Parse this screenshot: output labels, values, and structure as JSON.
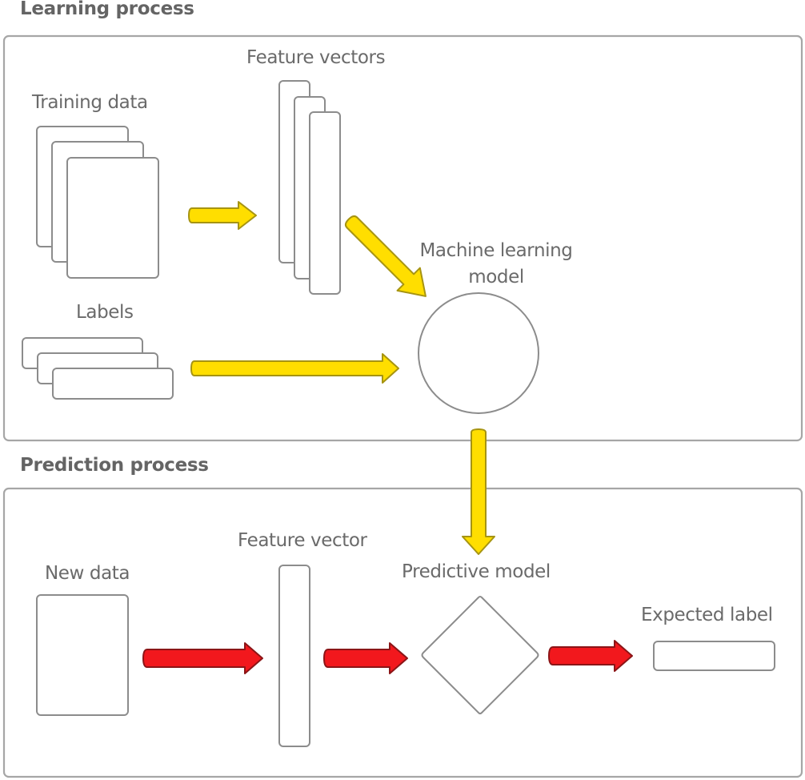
{
  "learning": {
    "title": "Learning process",
    "training_data_label": "Training data",
    "feature_vectors_label": "Feature vectors",
    "labels_label": "Labels",
    "model_label_line1": "Machine learning",
    "model_label_line2": "model"
  },
  "prediction": {
    "title": "Prediction process",
    "new_data_label": "New data",
    "feature_vector_label": "Feature vector",
    "predictive_model_label": "Predictive model",
    "expected_label_label": "Expected label"
  },
  "colors": {
    "learning_arrow": "#ffde00",
    "prediction_arrow": "#f2181d",
    "outline": "#8c8c8c",
    "text": "#6a6a6a"
  },
  "flow": [
    {
      "from": "Training data",
      "to": "Feature vectors",
      "stage": "learning"
    },
    {
      "from": "Feature vectors",
      "to": "Machine learning model",
      "stage": "learning"
    },
    {
      "from": "Labels",
      "to": "Machine learning model",
      "stage": "learning"
    },
    {
      "from": "Machine learning model",
      "to": "Predictive model",
      "stage": "transfer"
    },
    {
      "from": "New data",
      "to": "Feature vector",
      "stage": "prediction"
    },
    {
      "from": "Feature vector",
      "to": "Predictive model",
      "stage": "prediction"
    },
    {
      "from": "Predictive model",
      "to": "Expected label",
      "stage": "prediction"
    }
  ]
}
